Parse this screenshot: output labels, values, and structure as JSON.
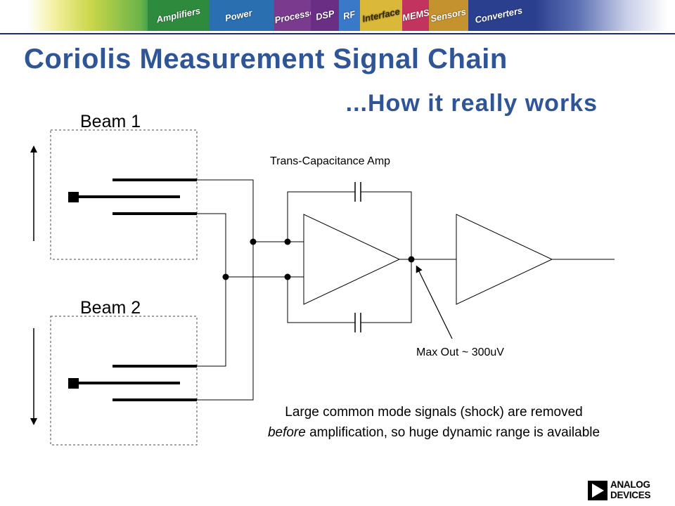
{
  "header": {
    "tiles": [
      "Amplifiers",
      "Power Management",
      "Processors",
      "DSP",
      "RF",
      "Interface",
      "MEMS",
      "Sensors",
      "Converters"
    ]
  },
  "slide": {
    "title": "Coriolis Measurement Signal Chain",
    "subtitle": "...How it really works"
  },
  "diagram": {
    "beam1_label": "Beam 1",
    "beam2_label": "Beam 2",
    "amp_label": "Trans-Capacitance Amp",
    "output_label": "Max Out ~ 300uV"
  },
  "note": {
    "line1": "Large common mode signals (shock) are removed",
    "line2_emphasis": "before",
    "line2_rest": " amplification, so huge dynamic range is available"
  },
  "logo": {
    "line1": "ANALOG",
    "line2": "DEVICES"
  }
}
